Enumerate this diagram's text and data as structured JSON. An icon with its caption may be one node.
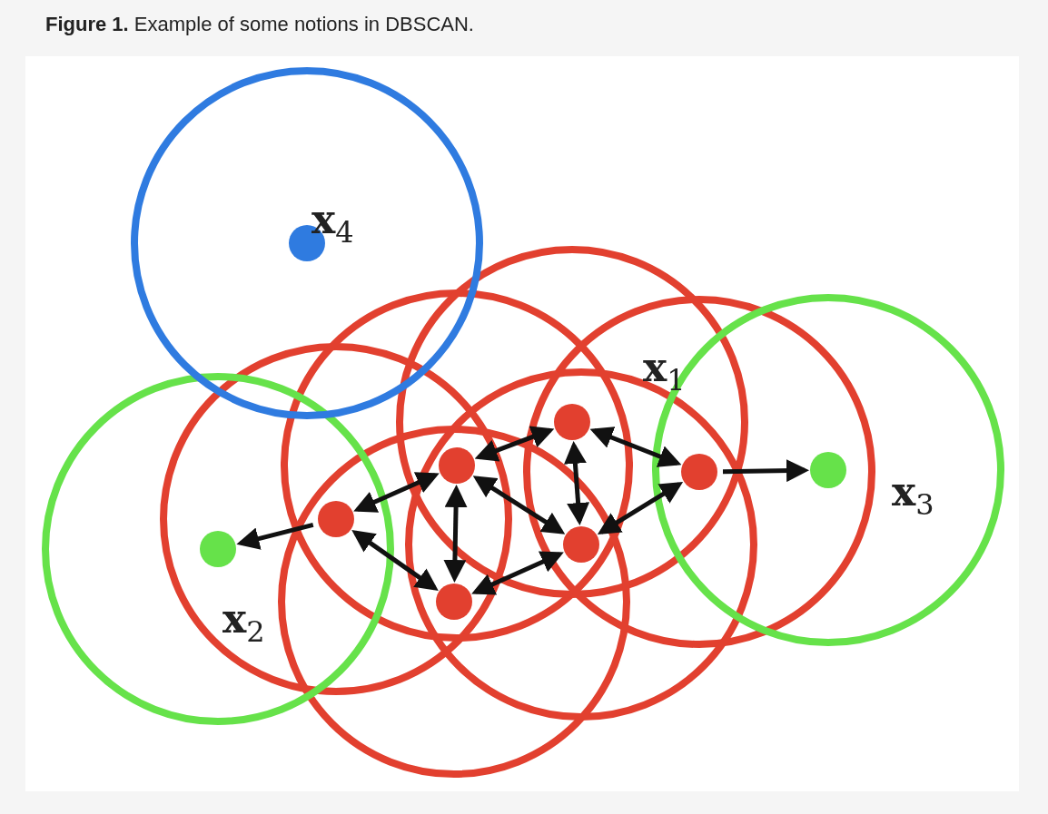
{
  "diagram": {
    "caption": "**Figure 1.** Example of some notions in DBSCAN.",
    "nodes": [
      {
        "text": [],
        "shape": "circle"
      },
      {
        "text": [],
        "shape": "circle"
      },
      {
        "text": [],
        "shape": "circle",
        "beside": [
          "**x**$_{1}$"
        ]
      },
      {
        "text": [],
        "shape": "circle"
      },
      {
        "text": [],
        "shape": "circle"
      },
      {
        "text": [],
        "shape": "circle"
      },
      {
        "text": [],
        "shape": "circle",
        "beside": [
          "**x**$_{2}$"
        ]
      },
      {
        "text": [],
        "shape": "circle",
        "beside": [
          "**x**$_{3}$"
        ]
      },
      {
        "text": [],
        "shape": "circle",
        "beside": [
          "**x**$_{4}$"
        ]
      }
    ],
    "edges": [
      {
        "from": 0,
        "to": 6,
        "arrow": "to"
      },
      {
        "from": 0,
        "to": 1,
        "arrow": "both"
      },
      {
        "from": 0,
        "to": 5,
        "arrow": "both"
      },
      {
        "from": 1,
        "to": 2,
        "arrow": "both"
      },
      {
        "from": 1,
        "to": 4,
        "arrow": "both"
      },
      {
        "from": 1,
        "to": 5,
        "arrow": "both"
      },
      {
        "from": 2,
        "to": 4,
        "arrow": "both"
      },
      {
        "from": 2,
        "to": 3,
        "arrow": "both"
      },
      {
        "from": 3,
        "to": 4,
        "arrow": "both"
      },
      {
        "from": 5,
        "to": 4,
        "arrow": "both"
      },
      {
        "from": 3,
        "to": 7,
        "arrow": "to"
      }
    ]
  }
}
